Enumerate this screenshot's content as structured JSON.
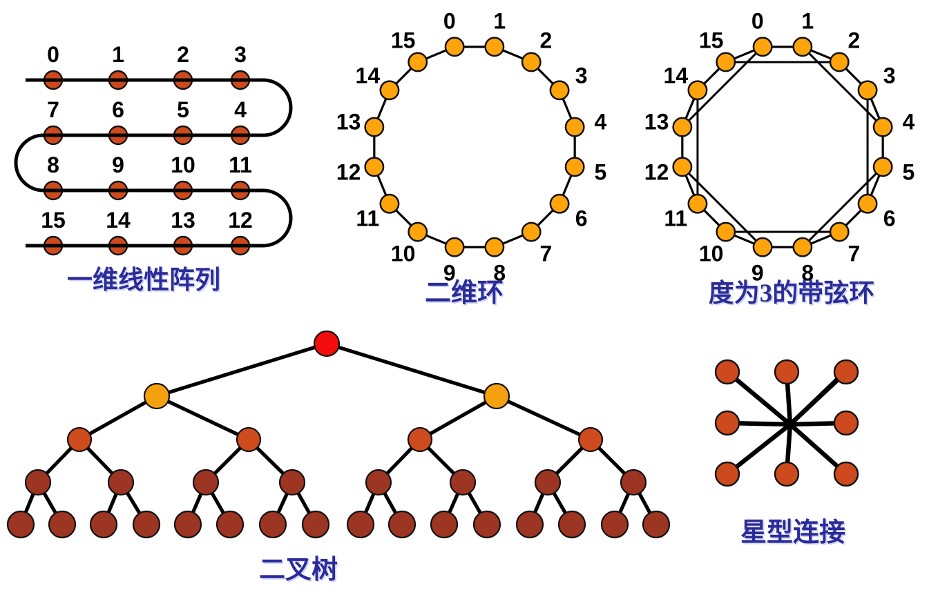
{
  "colors": {
    "vermilion_node": "#cc4a1d",
    "orange_node": "#ffa40a",
    "edge": "#000000",
    "label_text": "#000000",
    "caption_text": "#2b2b9b"
  },
  "diagrams": {
    "linear_array": {
      "caption": "一维线性阵列",
      "node_color": "#cc4a1d",
      "rows": [
        [
          "0",
          "1",
          "2",
          "3"
        ],
        [
          "7",
          "6",
          "5",
          "4"
        ],
        [
          "8",
          "9",
          "10",
          "11"
        ],
        [
          "15",
          "14",
          "13",
          "12"
        ]
      ],
      "connection_style": "serpentine"
    },
    "ring": {
      "caption": "二维环",
      "node_color": "#ffa40a",
      "labels": [
        "0",
        "1",
        "2",
        "3",
        "4",
        "5",
        "6",
        "7",
        "8",
        "9",
        "10",
        "11",
        "12",
        "13",
        "14",
        "15"
      ]
    },
    "chordal_ring": {
      "caption": "度为3的带弦环",
      "node_color": "#ffa40a",
      "labels": [
        "0",
        "1",
        "2",
        "3",
        "4",
        "5",
        "6",
        "7",
        "8",
        "9",
        "10",
        "11",
        "12",
        "13",
        "14",
        "15"
      ],
      "chords": [
        [
          15,
          2
        ],
        [
          0,
          13
        ],
        [
          1,
          4
        ],
        [
          3,
          6
        ],
        [
          5,
          8
        ],
        [
          7,
          10
        ],
        [
          9,
          12
        ],
        [
          11,
          14
        ]
      ]
    },
    "binary_tree": {
      "caption": "二叉树",
      "levels": [
        {
          "count": 1,
          "color": "#f40d0d"
        },
        {
          "count": 2,
          "color": "#f5a00f"
        },
        {
          "count": 4,
          "color": "#ce4b1d"
        },
        {
          "count": 8,
          "color": "#9d3523"
        },
        {
          "count": 16,
          "color": "#9d3523"
        }
      ]
    },
    "star": {
      "caption": "星型连接",
      "node_color": "#cc4a1d",
      "satellite_count": 8
    }
  }
}
